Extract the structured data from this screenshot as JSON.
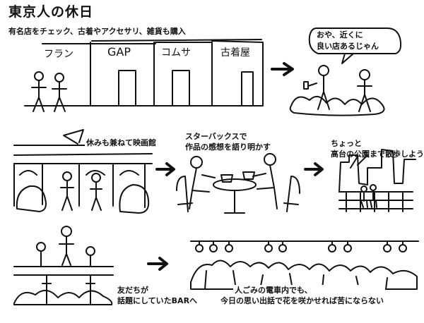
{
  "title": "東京人の休日",
  "subtitle": "有名店をチェック、古着やアクセサリ、雑貨も購入",
  "shops": [
    "フラン",
    "GAP",
    "コムサ",
    "古着屋"
  ],
  "speech_bubble": [
    "おや、近くに",
    "良い店あるじゃん"
  ],
  "captions": {
    "movie": "休みも兼ねて映画館",
    "starbucks": [
      "スターバックスで",
      "作品の感想を語り明かす"
    ],
    "park": [
      "ちょっと",
      "高台の公園まで散歩しよう"
    ],
    "bar": [
      "友だちが",
      "話題にしていたBARへ"
    ],
    "train": [
      "人ごみの電車内でも、",
      "今日の思い出話で花を咲かせれば苦にならない"
    ]
  },
  "colors": {
    "ink": "#111111",
    "paper": "#ffffff"
  }
}
